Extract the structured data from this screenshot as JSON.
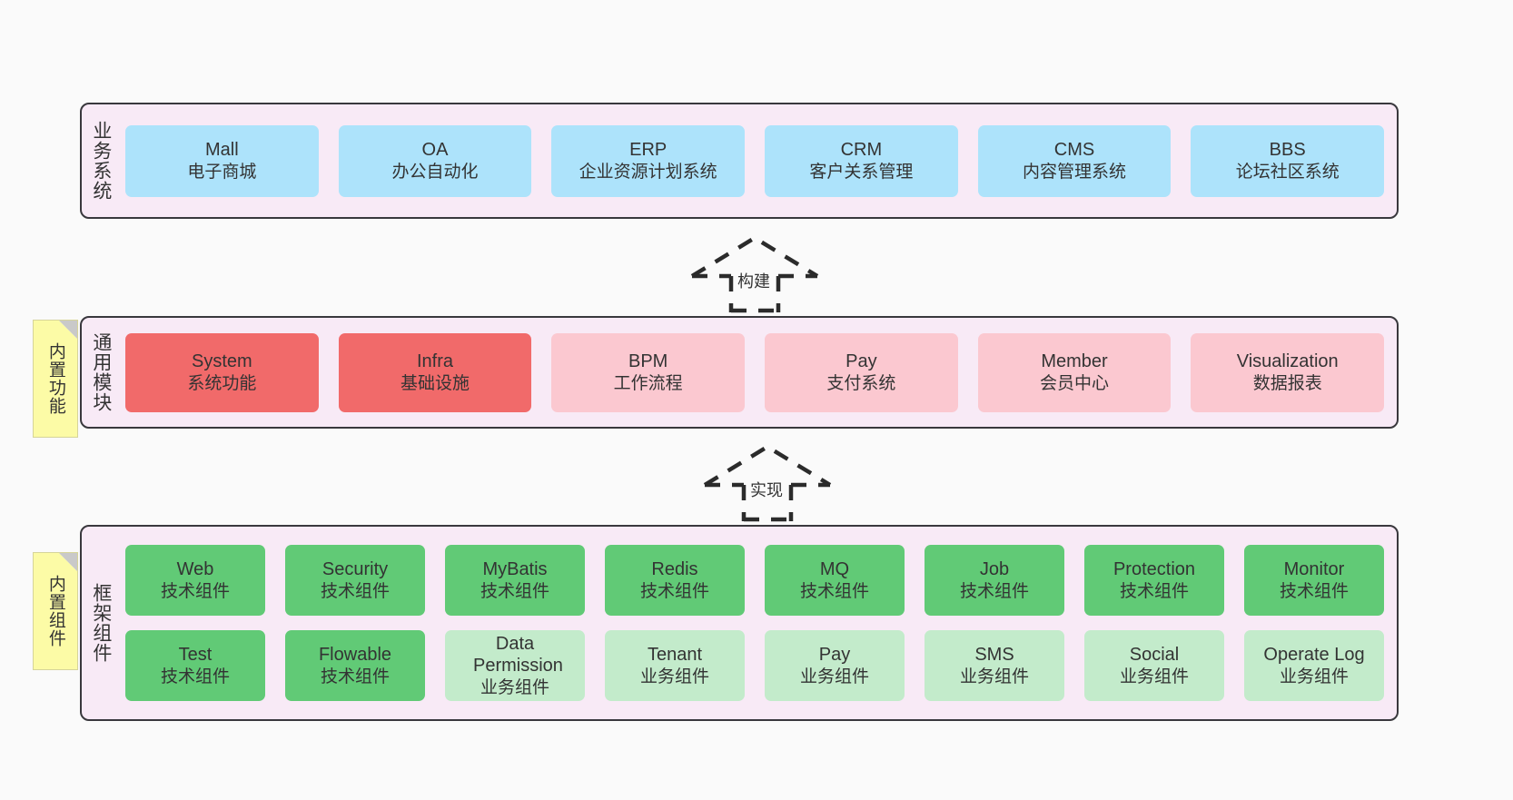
{
  "diagram": {
    "background": "#fafafa",
    "panel_bg": "#f8eaf6",
    "panel_border": "#39383d",
    "tag_bg": "#fcfba6"
  },
  "layers": [
    {
      "id": "business-system",
      "title": "业务系统",
      "rows": [
        {
          "cards": [
            {
              "name": "Mall",
              "sub": "电子商城",
              "color": "#ade3fb"
            },
            {
              "name": "OA",
              "sub": "办公自动化",
              "color": "#ade3fb"
            },
            {
              "name": "ERP",
              "sub": "企业资源计划系统",
              "color": "#ade3fb"
            },
            {
              "name": "CRM",
              "sub": "客户关系管理",
              "color": "#ade3fb"
            },
            {
              "name": "CMS",
              "sub": "内容管理系统",
              "color": "#ade3fb"
            },
            {
              "name": "BBS",
              "sub": "论坛社区系统",
              "color": "#ade3fb"
            }
          ]
        }
      ]
    },
    {
      "id": "common-module",
      "title": "通用模块",
      "tag": "内置功能",
      "rows": [
        {
          "cards": [
            {
              "name": "System",
              "sub": "系统功能",
              "color": "#f16a6a"
            },
            {
              "name": "Infra",
              "sub": "基础设施",
              "color": "#f16a6a"
            },
            {
              "name": "BPM",
              "sub": "工作流程",
              "color": "#fbc8d0"
            },
            {
              "name": "Pay",
              "sub": "支付系统",
              "color": "#fbc8d0"
            },
            {
              "name": "Member",
              "sub": "会员中心",
              "color": "#fbc8d0"
            },
            {
              "name": "Visualization",
              "sub": "数据报表",
              "color": "#fbc8d0"
            }
          ]
        }
      ]
    },
    {
      "id": "framework-component",
      "title": "框架组件",
      "tag": "内置组件",
      "rows": [
        {
          "cards": [
            {
              "name": "Web",
              "sub": "技术组件",
              "color": "#61ca76"
            },
            {
              "name": "Security",
              "sub": "技术组件",
              "color": "#61ca76"
            },
            {
              "name": "MyBatis",
              "sub": "技术组件",
              "color": "#61ca76"
            },
            {
              "name": "Redis",
              "sub": "技术组件",
              "color": "#61ca76"
            },
            {
              "name": "MQ",
              "sub": "技术组件",
              "color": "#61ca76"
            },
            {
              "name": "Job",
              "sub": "技术组件",
              "color": "#61ca76"
            },
            {
              "name": "Protection",
              "sub": "技术组件",
              "color": "#61ca76"
            },
            {
              "name": "Monitor",
              "sub": "技术组件",
              "color": "#61ca76"
            }
          ]
        },
        {
          "cards": [
            {
              "name": "Test",
              "sub": "技术组件",
              "color": "#61ca76"
            },
            {
              "name": "Flowable",
              "sub": "技术组件",
              "color": "#61ca76"
            },
            {
              "name": "Data Permission",
              "sub": "业务组件",
              "color": "#c3ebcb"
            },
            {
              "name": "Tenant",
              "sub": "业务组件",
              "color": "#c3ebcb"
            },
            {
              "name": "Pay",
              "sub": "业务组件",
              "color": "#c3ebcb"
            },
            {
              "name": "SMS",
              "sub": "业务组件",
              "color": "#c3ebcb"
            },
            {
              "name": "Social",
              "sub": "业务组件",
              "color": "#c3ebcb"
            },
            {
              "name": "Operate Log",
              "sub": "业务组件",
              "color": "#c3ebcb"
            }
          ]
        }
      ]
    }
  ],
  "connectors": [
    {
      "id": "build",
      "label": "构建"
    },
    {
      "id": "implement",
      "label": "实现"
    }
  ]
}
